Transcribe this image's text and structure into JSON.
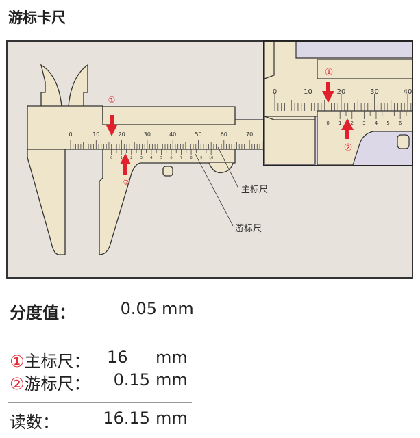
{
  "title": "游标卡尺",
  "diagram": {
    "main_scale_label": "主标尺",
    "vernier_scale_label": "游标尺",
    "marker_1": "①",
    "marker_2": "②",
    "main_scale_numbers": [
      "0",
      "10",
      "20",
      "30",
      "40",
      "50",
      "60",
      "70"
    ],
    "vernier_numbers": [
      "0",
      "1",
      "2",
      "3",
      "4",
      "5",
      "6",
      "7",
      "8",
      "9",
      "10"
    ],
    "inset_main_numbers": [
      "0",
      "10",
      "20",
      "30",
      "40"
    ],
    "inset_vernier_numbers": [
      "0",
      "1",
      "2",
      "3",
      "4",
      "5",
      "6"
    ],
    "colors": {
      "body": "#efe5cb",
      "background": "#e7e2dc",
      "inset_background": "#dcd8e8",
      "arrow": "#e0202c"
    }
  },
  "readings": {
    "resolution_label": "分度值：",
    "resolution_value": "0.05",
    "resolution_unit": "mm",
    "main_marker": "①",
    "main_label": "主标尺：",
    "main_value": "16",
    "main_unit": "mm",
    "vernier_marker": "②",
    "vernier_label": "游标尺：",
    "vernier_value": "0.15",
    "vernier_unit": "mm",
    "total_label": "读数：",
    "total_value": "16.15",
    "total_unit": "mm"
  }
}
